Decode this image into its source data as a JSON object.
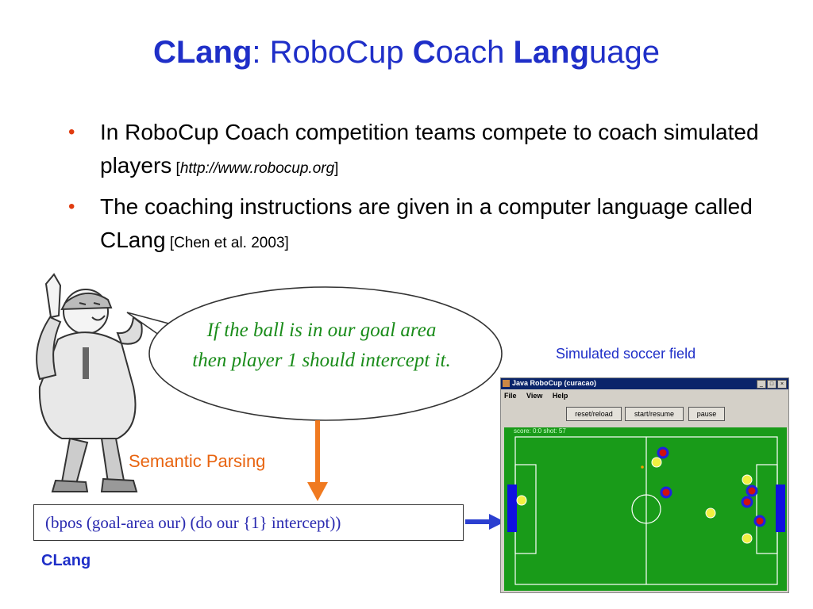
{
  "title": {
    "part1_bold": "CLang",
    "part2": ": RoboCup ",
    "part3_bold": "C",
    "part4": "oach ",
    "part5_bold": "Lang",
    "part6": "uage"
  },
  "bullets": [
    {
      "text": "In RoboCup Coach competition teams compete to coach simulated players",
      "cite_open": " [",
      "cite_link": "http://www.robocup.org",
      "cite_close": "]"
    },
    {
      "text": "The coaching instructions are given in a computer language called CLang",
      "cite": " [Chen et al. 2003]"
    }
  ],
  "bubble_text": "If the ball is in our goal area then player 1 should intercept it.",
  "semantic_label": "Semantic Parsing",
  "clang_expression": "(bpos (goal-area our) (do our {1} intercept))",
  "clang_label": "CLang",
  "field_caption": "Simulated soccer field",
  "window": {
    "title": "Java RoboCup (curacao)",
    "menu": [
      "File",
      "View",
      "Help"
    ],
    "buttons": [
      "reset/reload",
      "start/resume",
      "pause"
    ],
    "score": "score: 0:0 shot: 57"
  },
  "colors": {
    "title": "#1f2fc8",
    "bullet_dot": "#e03c10",
    "bubble_text": "#1a8c1a",
    "arrow_orange": "#f07a20",
    "arrow_blue": "#2b3fd0",
    "pitch": "#199b19"
  }
}
